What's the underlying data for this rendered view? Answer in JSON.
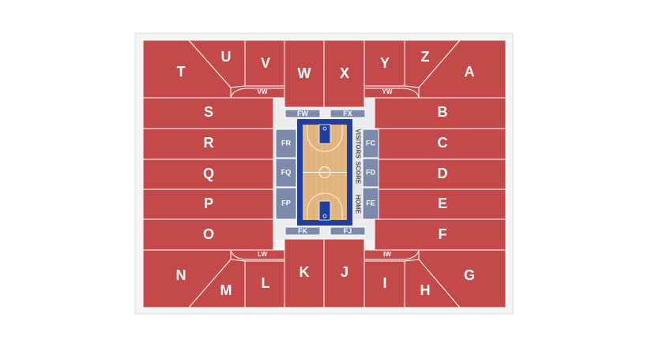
{
  "colors": {
    "section": "#c44a4a",
    "floor_section": "#7b8aad",
    "court_border": "#1f3fa0",
    "court_wood": "#e3b57f",
    "aisle_bg": "#ececec"
  },
  "sections": {
    "T": "T",
    "U": "U",
    "V": "V",
    "W": "W",
    "X": "X",
    "Y": "Y",
    "Z": "Z",
    "A": "A",
    "S": "S",
    "R": "R",
    "Q": "Q",
    "P": "P",
    "O": "O",
    "B": "B",
    "C": "C",
    "D": "D",
    "E": "E",
    "F": "F",
    "N": "N",
    "M": "M",
    "L": "L",
    "K": "K",
    "J": "J",
    "I": "I",
    "H": "H",
    "G": "G"
  },
  "floor": {
    "FW": "FW",
    "FX": "FX",
    "FR": "FR",
    "FQ": "FQ",
    "FP": "FP",
    "FC": "FC",
    "FD": "FD",
    "FE": "FE",
    "FK": "FK",
    "FJ": "FJ"
  },
  "aisles": {
    "VW": "VW",
    "YW": "YW",
    "LW": "LW",
    "IW": "IW"
  },
  "scorer_table": {
    "visitors": "VISITORS",
    "score": "SCORE",
    "home": "HOME"
  }
}
